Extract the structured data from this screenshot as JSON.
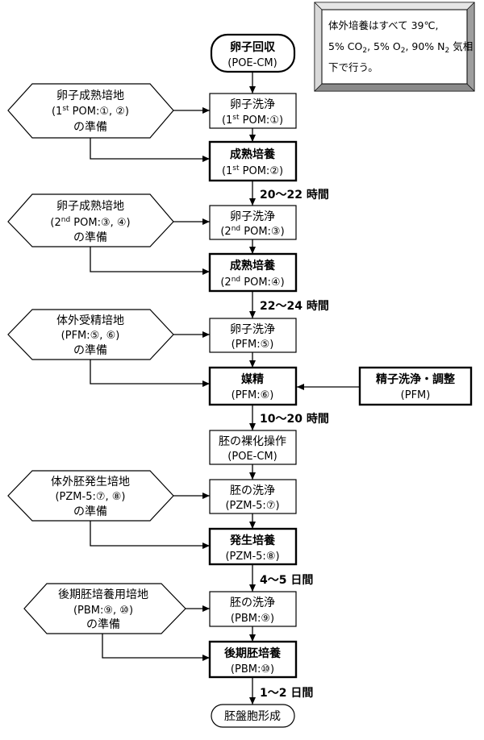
{
  "note": {
    "line1": "体外培養はすべて 39℃,",
    "line2": {
      "a": "5% CO",
      "b": "2",
      "c": ", 5% O",
      "d": "2",
      "e": ", 90% N",
      "f": "2",
      "g": " 気相"
    },
    "line3": "下で行う。"
  },
  "start": {
    "title": "卵子回収",
    "sub": "(POE-CM)"
  },
  "prep1": {
    "title": "卵子成熟培地",
    "sub_a": "(1",
    "sub_sup": "st",
    "sub_b": " POM:①, ②)",
    "footer": "の準備"
  },
  "wash1": {
    "title": "卵子洗浄",
    "sub_a": "(1",
    "sub_sup": "st",
    "sub_b": " POM:①)"
  },
  "mat1": {
    "title": "成熟培養",
    "sub_a": "(1",
    "sub_sup": "st",
    "sub_b": " POM:②)"
  },
  "time1": "20～22 時間",
  "prep2": {
    "title": "卵子成熟培地",
    "sub_a": "(2",
    "sub_sup": "nd",
    "sub_b": " POM:③, ④)",
    "footer": "の準備"
  },
  "wash2": {
    "title": "卵子洗浄",
    "sub_a": "(2",
    "sub_sup": "nd",
    "sub_b": " POM:③)"
  },
  "mat2": {
    "title": "成熟培養",
    "sub_a": "(2",
    "sub_sup": "nd",
    "sub_b": " POM:④)"
  },
  "time2": "22～24 時間",
  "prep3": {
    "title": "体外受精培地",
    "sub": "(PFM:⑤, ⑥)",
    "footer": "の準備"
  },
  "wash3": {
    "title": "卵子洗浄",
    "sub": "(PFM:⑤)"
  },
  "ins": {
    "title": "媒精",
    "sub": "(PFM:⑥)"
  },
  "sperm": {
    "title": "精子洗浄・調整",
    "sub": "(PFM)"
  },
  "time3": "10～20 時間",
  "denude": {
    "title": "胚の裸化操作",
    "sub": "(POE-CM)"
  },
  "prep4": {
    "title": "体外胚発生培地",
    "sub": "(PZM-5:⑦, ⑧)",
    "footer": "の準備"
  },
  "wash4": {
    "title": "胚の洗浄",
    "sub": "(PZM-5:⑦)"
  },
  "dev": {
    "title": "発生培養",
    "sub": "(PZM-5:⑧)"
  },
  "time4": "4～5 日間",
  "prep5": {
    "title": "後期胚培養用培地",
    "sub": "(PBM:⑨, ⑩)",
    "footer": "の準備"
  },
  "wash5": {
    "title": "胚の洗浄",
    "sub": "(PBM:⑨)"
  },
  "late": {
    "title": "後期胚培養",
    "sub": "(PBM:⑩)"
  },
  "time5": "1～2 日間",
  "end": {
    "title": "胚盤胞形成"
  }
}
